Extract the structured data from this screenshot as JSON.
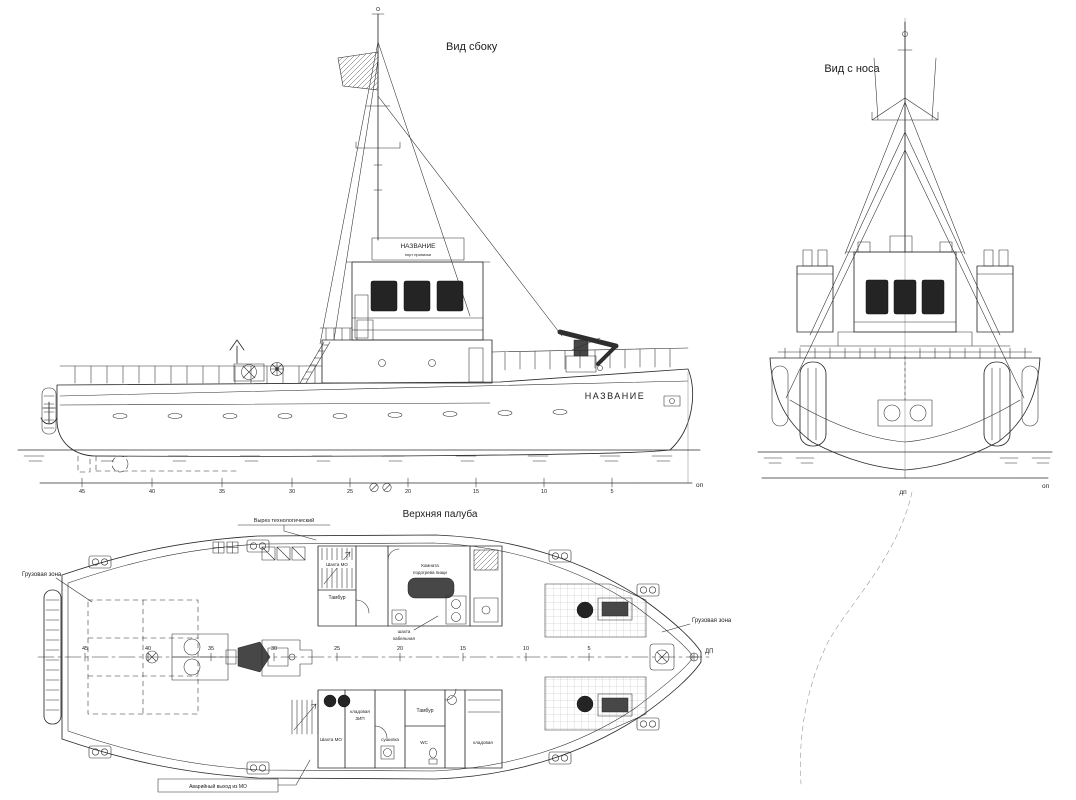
{
  "titles": {
    "side": "Вид сбоку",
    "bow": "Вид с носа",
    "deck": "Верхняя палуба"
  },
  "ship": {
    "hull_name": "НАЗВАНИЕ",
    "board_name": "НАЗВАНИЕ",
    "board_sub": "порт приписки"
  },
  "axes": {
    "op": "оп",
    "dp_small": "дп",
    "dp_deck": "ДП",
    "frames": [
      "45",
      "40",
      "35",
      "30",
      "25",
      "20",
      "15",
      "10",
      "5"
    ]
  },
  "deck_labels": {
    "cargo_left": "Грузовая зона",
    "cargo_right": "Грузовая зона",
    "tech_cutout": "Вырез технологический",
    "shaft_mo_top": "Шахта МО",
    "tambour_top": "Тамбур",
    "food_room_1": "Комната",
    "food_room_2": "подогрева пищи",
    "cable_shaft_1": "шахта",
    "cable_shaft_2": "кабельная",
    "zip_1": "кладовая",
    "zip_2": "ЗИП",
    "shaft_mo_bottom": "Шахта МО",
    "dryer": "сушилка",
    "wc": "WC",
    "storage": "кладовая",
    "tambour_bottom": "Тамбур",
    "emergency_exit": "Аварийный выход из МО"
  },
  "colors": {
    "line": "#2b2b2b",
    "window_fill": "#242424",
    "equipment_fill": "#474747",
    "background": "#ffffff"
  }
}
